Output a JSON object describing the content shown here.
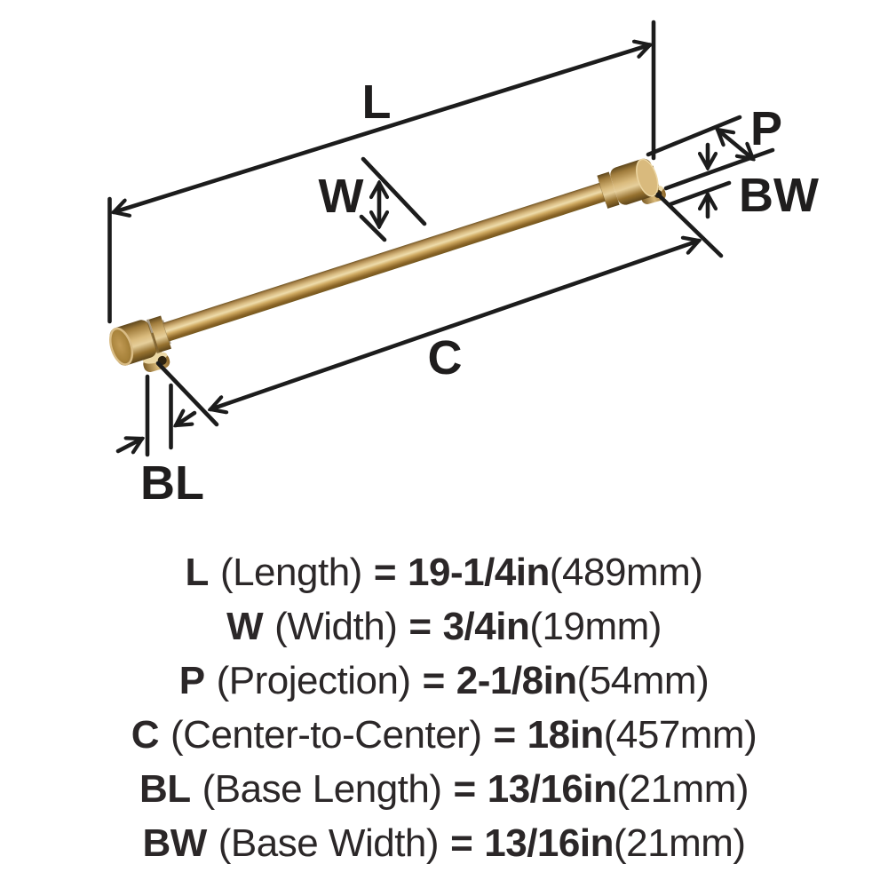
{
  "diagram": {
    "labels": {
      "L": "L",
      "W": "W",
      "P": "P",
      "C": "C",
      "BL": "BL",
      "BW": "BW"
    },
    "colors": {
      "line": "#1c1c1c",
      "text": "#2b2728",
      "brass_highlight": "#eedcab",
      "brass_mid": "#c9a55c",
      "brass_shadow": "#6e5222",
      "background": "#ffffff"
    }
  },
  "specs": [
    {
      "symbol": "L",
      "name": "(Length)",
      "equals": "=",
      "value_in": "19-1/4in",
      "value_mm": "(489mm)"
    },
    {
      "symbol": "W",
      "name": "(Width)",
      "equals": "=",
      "value_in": "3/4in",
      "value_mm": "(19mm)"
    },
    {
      "symbol": "P",
      "name": "(Projection)",
      "equals": "=",
      "value_in": "2-1/8in",
      "value_mm": "(54mm)"
    },
    {
      "symbol": "C",
      "name": "(Center-to-Center)",
      "equals": "=",
      "value_in": "18in",
      "value_mm": "(457mm)"
    },
    {
      "symbol": "BL",
      "name": "(Base Length)",
      "equals": "=",
      "value_in": "13/16in",
      "value_mm": "(21mm)"
    },
    {
      "symbol": "BW",
      "name": "(Base Width)",
      "equals": "=",
      "value_in": "13/16in",
      "value_mm": "(21mm)"
    }
  ]
}
